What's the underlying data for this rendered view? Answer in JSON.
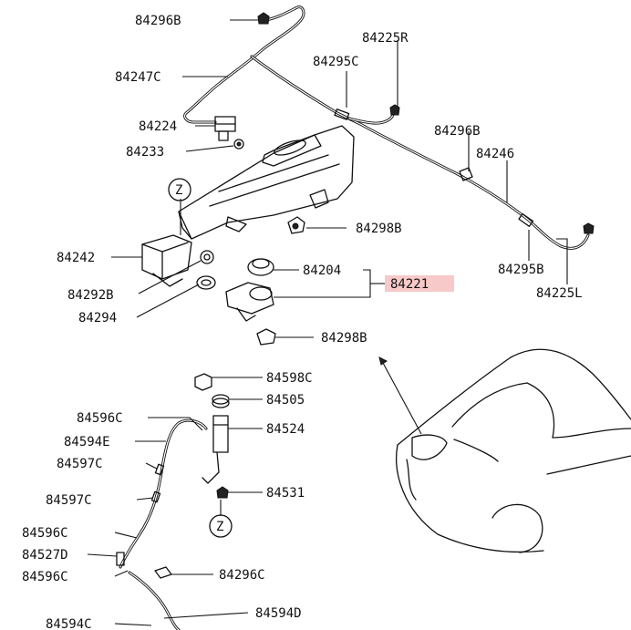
{
  "labels": {
    "p84296B_top": "84296B",
    "p84225R": "84225R",
    "p84247C": "84247C",
    "p84295C": "84295C",
    "p84224": "84224",
    "p84296B_right": "84296B",
    "p84233": "84233",
    "p84246": "84246",
    "zone_z_upper": "Z",
    "p84298B_upper": "84298B",
    "p84242": "84242",
    "p84295B": "84295B",
    "p84204": "84204",
    "p84221": "84221",
    "p84225L": "84225L",
    "p84292B": "84292B",
    "p84294": "84294",
    "p84298B_lower": "84298B",
    "p84598C": "84598C",
    "p84505": "84505",
    "p84596C_a": "84596C",
    "p84524": "84524",
    "p84594E": "84594E",
    "p84597C_a": "84597C",
    "p84531": "84531",
    "p84597C_b": "84597C",
    "zone_z_lower": "Z",
    "p84596C_b": "84596C",
    "p84527D": "84527D",
    "p84596C_c": "84596C",
    "p84296C": "84296C",
    "p84594D": "84594D",
    "p84594C": "84594C"
  },
  "colors": {
    "highlight": "#f7c9c9",
    "line": "#111111"
  }
}
